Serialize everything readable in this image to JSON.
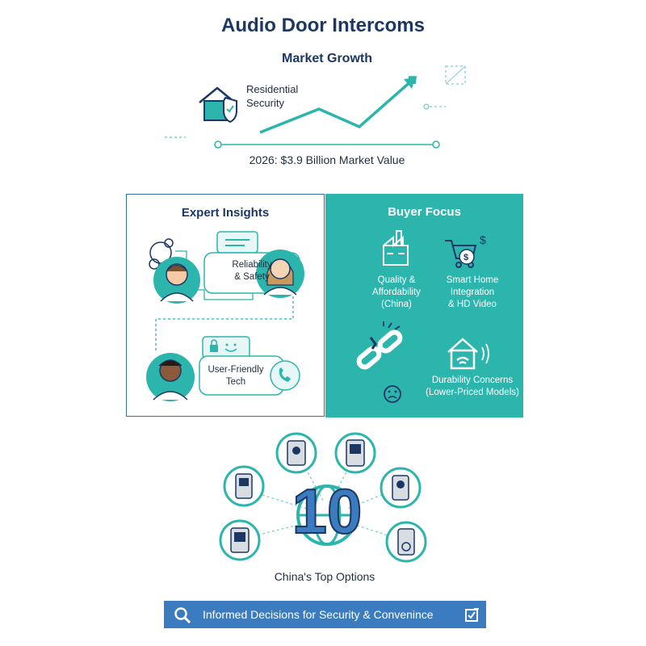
{
  "header": {
    "title": "Audio Door Intercoms",
    "subtitle": "Market Growth",
    "residential_label_line1": "Residential",
    "residential_label_line2": "Security",
    "market_value": "2026: $3.9 Billion Market Value"
  },
  "expert_insights": {
    "heading": "Expert Insights",
    "bubble1_line1": "Reliability",
    "bubble1_line2": "& Safety",
    "bubble2_line1": "User-Friendly",
    "bubble2_line2": "Tech"
  },
  "buyer_focus": {
    "heading": "Buyer Focus",
    "items": [
      {
        "lines": [
          "Quality &",
          "Affordability",
          "(China)"
        ],
        "icon": "factory-icon"
      },
      {
        "lines": [
          "Smart Home",
          "Integration",
          "& HD Video"
        ],
        "icon": "shopping-cart-icon"
      },
      {
        "lines": [
          "",
          "",
          ""
        ],
        "icon": "broken-chain-icon"
      },
      {
        "lines": [
          "Durability Concerns",
          "(Lower-Priced Models)"
        ],
        "icon": "smart-home-icon"
      }
    ]
  },
  "top_options": {
    "number": "10",
    "label": "China's Top Options"
  },
  "cta": {
    "text": "Informed Decisions for Security & Convenince"
  },
  "colors": {
    "navy": "#1c3764",
    "teal": "#2cb5ad",
    "blue": "#3b7cc1"
  }
}
